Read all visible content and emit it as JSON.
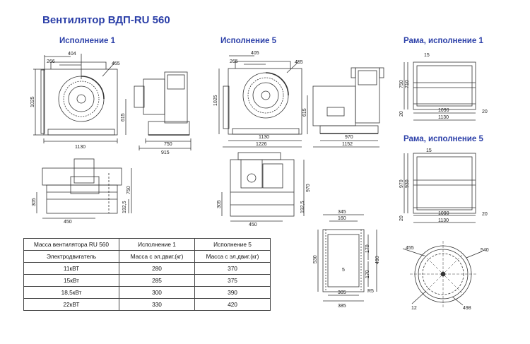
{
  "title": "Вентилятор ВДП-RU 560",
  "views": {
    "isp1": "Исполнение 1",
    "isp5": "Исполнение 5",
    "frame1": "Рама, исполнение 1",
    "frame5": "Рама, исполнение 5"
  },
  "dims": {
    "d404": "404",
    "d266": "266",
    "d455a": "455",
    "d1025a": "1025",
    "d615a": "615",
    "d1130a": "1130",
    "d750a": "750",
    "d915": "915",
    "d405": "405",
    "d265": "265",
    "d455b": "455",
    "d1025b": "1025",
    "d615b": "615",
    "d1130b": "1130",
    "d1226": "1226",
    "d970a": "970",
    "d1152": "1152",
    "d15a": "15",
    "d750b": "750",
    "d710": "710",
    "d20a": "20",
    "d1090a": "1090",
    "d1130c": "1130",
    "d20b": "20",
    "d305a": "305",
    "d750c": "750",
    "d192a": "192,5",
    "d450a": "450",
    "d305b": "305",
    "d970b": "970",
    "d192b": "192,5",
    "d450b": "450",
    "d15b": "15",
    "d970c": "970",
    "d930": "930",
    "d20c": "20",
    "d1090b": "1090",
    "d1130d": "1130",
    "d20d": "20",
    "d345": "345",
    "d160": "160",
    "d530": "530",
    "d170a": "170",
    "d490": "490",
    "d170b": "170",
    "d5": "5",
    "d305c": "305",
    "dR5": "R5",
    "d385": "385",
    "d455c": "455",
    "d540": "540",
    "d12": "12",
    "d498": "498"
  },
  "table": {
    "header": [
      "Масса вентилятора RU 560",
      "Исполнение 1",
      "Исполнение 5"
    ],
    "subheader": [
      "Электродвигатель",
      "Масса с эл.двиг.(кг)",
      "Масса с эл.двиг.(кг)"
    ],
    "rows": [
      [
        "11кВТ",
        "280",
        "370"
      ],
      [
        "15кВт",
        "285",
        "375"
      ],
      [
        "18,5кВт",
        "300",
        "390"
      ],
      [
        "22кВТ",
        "330",
        "420"
      ]
    ]
  }
}
